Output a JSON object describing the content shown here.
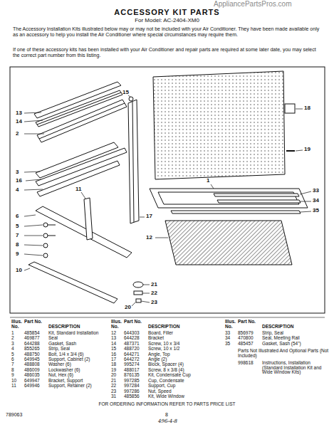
{
  "diagram": {
    "title": "ACCESSORY KIT PARTS",
    "labels": [
      "For Model: AC-2404-XM0",
      "The Accessory Installation Kits illustrated below may or may not be included with your Air Conditioner. They have been made available only as an accessory to help you install the Air Conditioner where special circumstances may require them.",
      "If one of these accessory kits has been installed with your Air Conditioner and repair parts are required at some later date, you may select the correct part number from this listing.",
      "15",
      "18",
      "13",
      "14",
      "2",
      "19",
      "3",
      "16",
      "4",
      "11",
      "1",
      "17",
      "33",
      "34",
      "35",
      "12",
      "6",
      "5",
      "7",
      "8",
      "9",
      "10",
      "21",
      "22",
      "23",
      "20",
      "Illus. No.",
      "Part No.",
      "DESCRIPTION",
      "Illus. No.",
      "Part No.",
      "DESCRIPTION",
      "Illus. No.",
      "Part No.",
      "DESCRIPTION",
      "1",
      "485854",
      "Kit, Standard Installation",
      "2",
      "469877",
      "Seal",
      "3",
      "644288",
      "Gasket, Sash",
      "4",
      "855265",
      "Strip, Seal",
      "5",
      "488750",
      "Bolt, 1/4 x 3/4 (6)",
      "6",
      "649945",
      "Support, Cabinet (2)",
      "7",
      "488808",
      "Washer (6)",
      "8",
      "486009",
      "Lockwasher (6)",
      "9",
      "486035",
      "Nut, Hex (6)",
      "10",
      "649947",
      "Bracket, Support",
      "11",
      "649946",
      "Support, Retainer (2)",
      "12",
      "644303",
      "Board, Filler",
      "13",
      "644228",
      "Bracket",
      "14",
      "487371",
      "Screw, 10 x 3/4",
      "15",
      "488720",
      "Screw, 10 x 1/2",
      "16",
      "644271",
      "Angle, Top",
      "17",
      "644272",
      "Angle (2)",
      "18",
      "995274",
      "Block, Spacer (4)",
      "19",
      "488017",
      "Screw, 8 x 3/8 (4)",
      "20",
      "876135",
      "Kit, Condensate Cup",
      "21",
      "997285",
      "Cup, Condensate",
      "22",
      "997284",
      "Support, Cup",
      "23",
      "997286",
      "Nut, Speed",
      "31",
      "485856",
      "Kit, Wide Window",
      "33",
      "856979",
      "Strip, Seal",
      "34",
      "470800",
      "Seal, Meeting Rail",
      "35",
      "485457",
      "Gasket, Sash (54\")",
      "Parts Not Illustrated And Optional Parts (Not Included)",
      "998618",
      "Instructions, Installation (Standard Installation Kit and Wide Window Kits)",
      "FOR ORDERING INFORMATION REFER TO PARTS PRICE LIST",
      "789063",
      "8",
      "496-4-8",
      "AppliancePartsPros.com"
    ]
  }
}
